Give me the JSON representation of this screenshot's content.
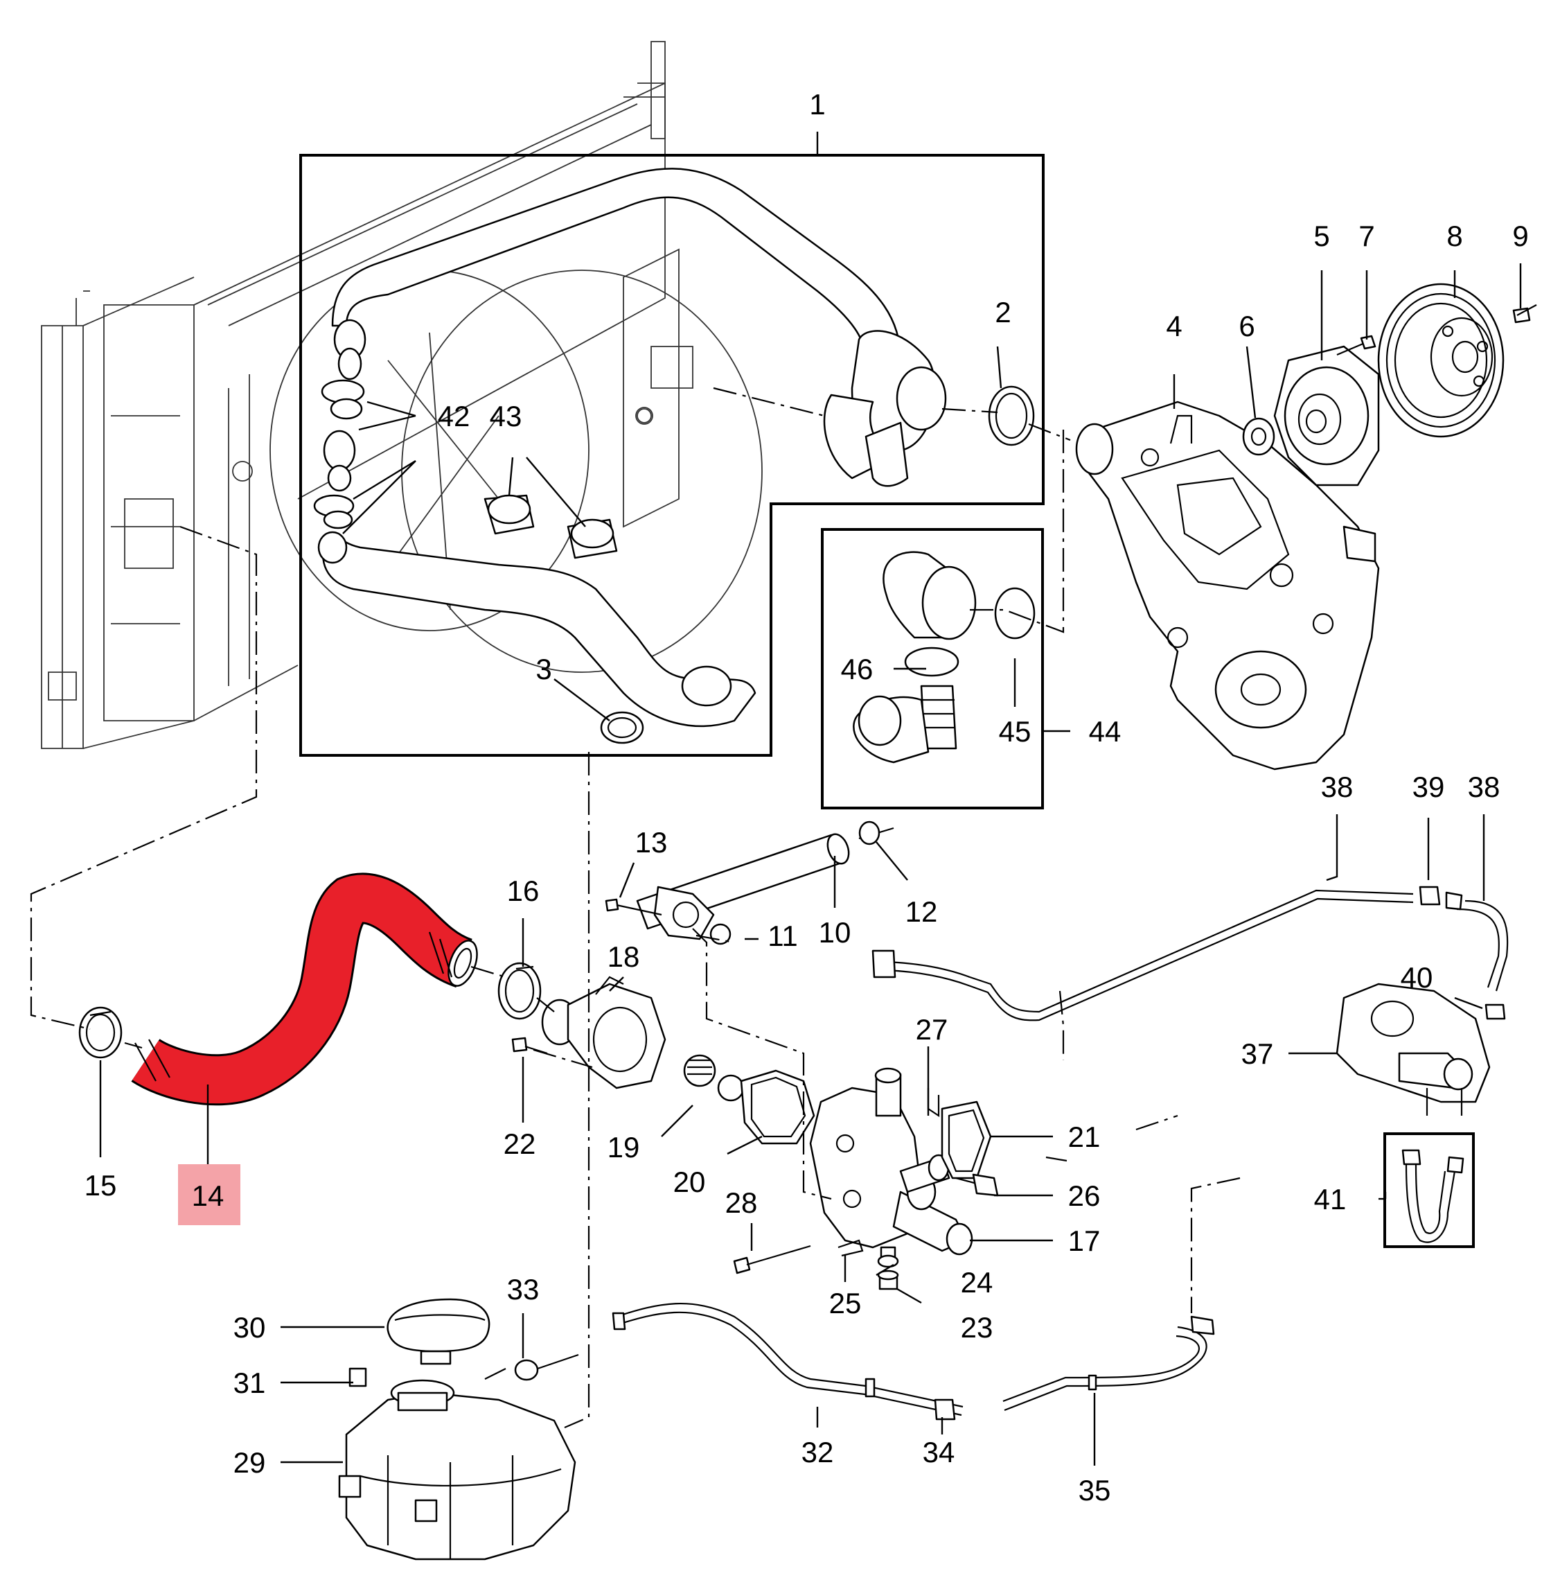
{
  "highlight": {
    "part": "14",
    "hose_color": "#e8202a",
    "label_bg": "#f4a3a8"
  },
  "callouts": {
    "c1": "1",
    "c2": "2",
    "c3": "3",
    "c4": "4",
    "c5": "5",
    "c6": "6",
    "c7": "7",
    "c8": "8",
    "c9": "9",
    "c10": "10",
    "c11": "11",
    "c12": "12",
    "c13": "13",
    "c14": "14",
    "c15": "15",
    "c16": "16",
    "c17": "17",
    "c18": "18",
    "c19": "19",
    "c20": "20",
    "c21": "21",
    "c22": "22",
    "c23": "23",
    "c24": "24",
    "c25": "25",
    "c26": "26",
    "c27": "27",
    "c28": "28",
    "c29": "29",
    "c30": "30",
    "c31": "31",
    "c32": "32",
    "c33": "33",
    "c34": "34",
    "c35": "35",
    "c37": "37",
    "c38a": "38",
    "c38b": "38",
    "c39": "39",
    "c40": "40",
    "c41": "41",
    "c42": "42",
    "c43": "43",
    "c44": "44",
    "c45": "45",
    "c46": "46"
  }
}
